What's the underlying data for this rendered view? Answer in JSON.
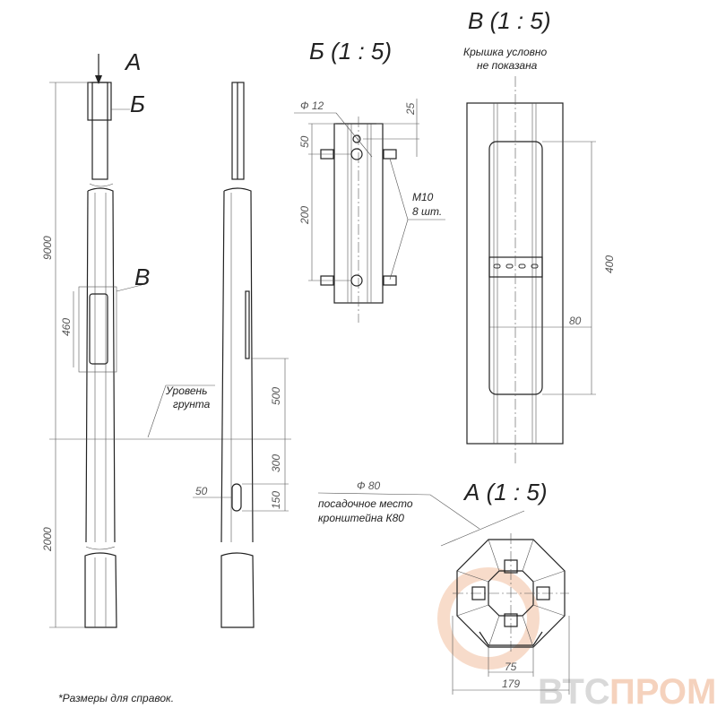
{
  "main_view": {
    "label_a": "А",
    "label_b": "Б",
    "label_v": "В",
    "dim_total": "9000",
    "dim_hatch": "460",
    "dim_buried": "2000",
    "ground_level_line1": "Уровень",
    "ground_level_line2": "грунта"
  },
  "side_view": {
    "dim_500": "500",
    "dim_300": "300",
    "dim_150": "150",
    "dim_slot": "50"
  },
  "detail_b": {
    "title": "Б (1 : 5)",
    "dim_hole": "Ф 12",
    "dim_25": "25",
    "dim_50": "50",
    "dim_200": "200",
    "bolts_line1": "М10",
    "bolts_line2": "8 шт."
  },
  "detail_v": {
    "title": "В (1 : 5)",
    "note_line1": "Крышка условно",
    "note_line2": "не показана",
    "dim_400": "400",
    "dim_80": "80"
  },
  "detail_a": {
    "title": "А (1 : 5)",
    "dim_seat": "Ф 80",
    "seat_line1": "посадочное место",
    "seat_line2": "кронштейна К80",
    "dim_75": "75",
    "dim_179": "179"
  },
  "footnote": "*Размеры для справок.",
  "watermark": {
    "part1": "ВТС",
    "part2": "ПРОМ",
    "color1": "#d0d0d0",
    "color2": "#f3c7ad"
  }
}
